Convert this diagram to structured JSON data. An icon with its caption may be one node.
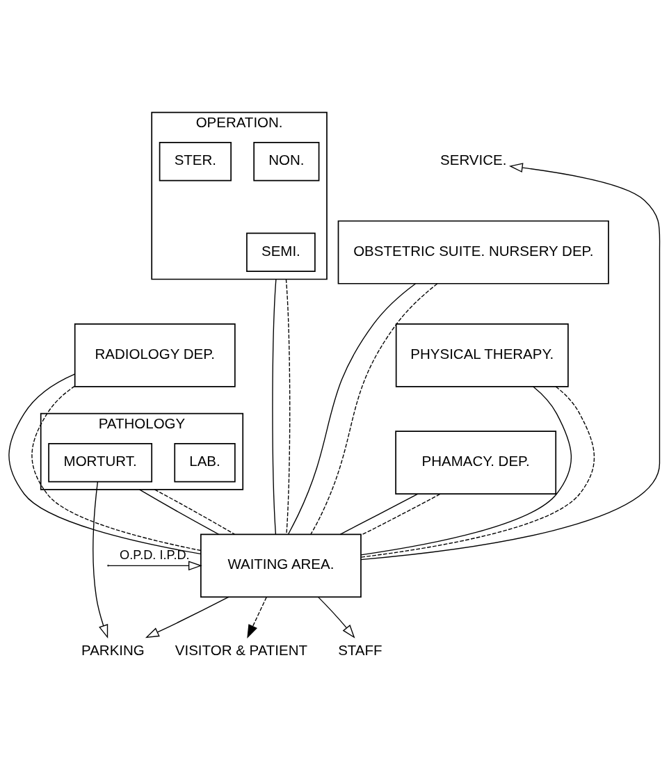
{
  "diagram": {
    "nodes": [
      {
        "text": [
          "OBSTETRIC SUITE. NURSERY DEP."
        ]
      },
      {
        "text": [
          "OPERATION."
        ]
      },
      {
        "text": [
          "NON."
        ],
        "in": 1
      },
      {
        "text": [
          "SEMI."
        ],
        "in": 1
      },
      {
        "text": [
          "STER."
        ],
        "in": 1
      },
      {
        "text": [
          "PHYSICAL THERAPY."
        ]
      },
      {
        "text": [
          "RADIOLOGY DEP."
        ]
      },
      {
        "text": [
          "PHAMACY. DEP."
        ]
      },
      {
        "text": [
          "PATHOLOGY"
        ]
      },
      {
        "text": [
          "LAB."
        ],
        "in": 8
      },
      {
        "text": [
          "MORTURT."
        ],
        "in": 8
      },
      {
        "text": [
          "WAITING AREA."
        ]
      },
      {
        "text": [
          "SERVICE."
        ]
      },
      {
        "text": [
          "STAFF"
        ]
      },
      {
        "text": [
          "VISITOR & PATIENT"
        ]
      },
      {
        "text": [
          "PARKING"
        ]
      }
    ],
    "edges": [
      {
        "from": 11,
        "to": 12,
        "arrow": "to"
      },
      {
        "from": 11,
        "to": 0,
        "arrow": "none"
      },
      {
        "from": 11,
        "to": 1,
        "arrow": "none"
      },
      {
        "from": 11,
        "to": 0,
        "arrow": "none",
        "style": "dashed"
      },
      {
        "from": 11,
        "to": 1,
        "arrow": "none",
        "style": "dashed"
      },
      {
        "from": 11,
        "to": 5,
        "arrow": "none"
      },
      {
        "from": 11,
        "to": 6,
        "arrow": "none"
      },
      {
        "from": 11,
        "to": 5,
        "arrow": "none",
        "style": "dashed"
      },
      {
        "from": 11,
        "to": 6,
        "arrow": "none",
        "style": "dashed"
      },
      {
        "from": 11,
        "to": 7,
        "arrow": "none"
      },
      {
        "from": 11,
        "to": 8,
        "arrow": "none"
      },
      {
        "from": 11,
        "to": 7,
        "arrow": "none",
        "style": "dashed"
      },
      {
        "from": 11,
        "to": 8,
        "arrow": "none",
        "style": "dashed"
      },
      {
        "from": 10,
        "to": 15,
        "arrow": "to"
      },
      {
        "from": 11,
        "to": 15,
        "arrow": "to"
      },
      {
        "from": null,
        "to": 11,
        "arrow": "to",
        "label": "O.P.D. I.P.D."
      },
      {
        "from": 11,
        "to": 13,
        "arrow": "to"
      },
      {
        "from": 11,
        "to": 14,
        "arrow": "to",
        "style": "dashed"
      }
    ]
  }
}
